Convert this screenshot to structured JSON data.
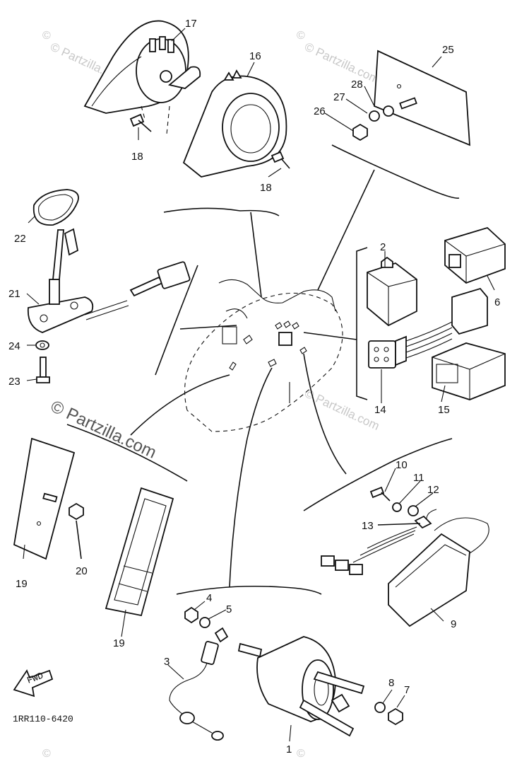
{
  "diagram": {
    "code": "1RR110-6420",
    "fwd_label": "FWD",
    "watermarks": {
      "copyright": "©",
      "brand_large": "© Partzilla.com",
      "brand_small": "© Partzilla.com"
    },
    "callouts": {
      "p1": "1",
      "p2": "2",
      "p3": "3",
      "p4": "4",
      "p5": "5",
      "p6": "6",
      "p7": "7",
      "p8": "8",
      "p9": "9",
      "p10": "10",
      "p11": "11",
      "p12": "12",
      "p13": "13",
      "p14": "14",
      "p15": "15",
      "p16": "16",
      "p17": "17",
      "p18a": "18",
      "p18b": "18",
      "p19a": "19",
      "p19b": "19",
      "p20": "20",
      "p21": "21",
      "p22": "22",
      "p23": "23",
      "p24": "24",
      "p25": "25",
      "p26": "26",
      "p27": "27",
      "p28": "28"
    }
  }
}
